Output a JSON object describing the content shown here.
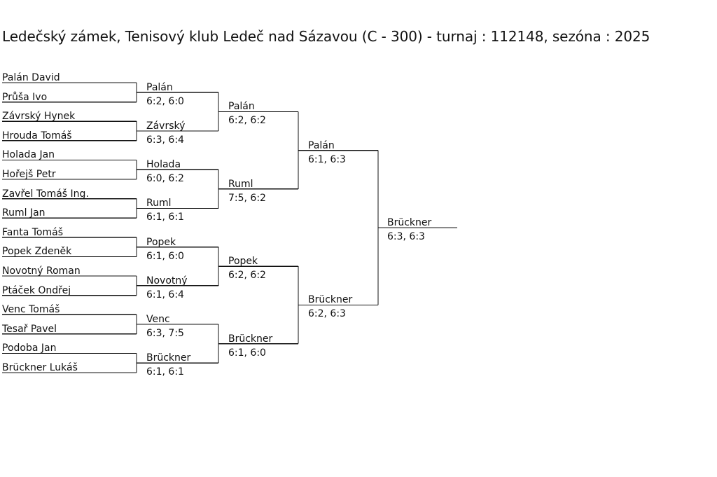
{
  "title": "Ledečský zámek, Tenisový klub Ledeč nad Sázavou (C - 300) - turnaj : 112148, sezóna : 2025",
  "players": [
    "Palán David",
    "Průša Ivo",
    "Závrský Hynek",
    "Hrouda Tomáš",
    "Holada Jan",
    "Hořejš Petr",
    "Zavřel Tomáš Ing.",
    "Ruml Jan",
    "Fanta Tomáš",
    "Popek Zdeněk",
    "Novotný Roman",
    "Ptáček Ondřej",
    "Venc Tomáš",
    "Tesař Pavel",
    "Podoba Jan",
    "Brückner Lukáš"
  ],
  "rounds": [
    [
      {
        "winner": "Palán",
        "score": "6:2, 6:0"
      },
      {
        "winner": "Závrský",
        "score": "6:3, 6:4"
      },
      {
        "winner": "Holada",
        "score": "6:0, 6:2"
      },
      {
        "winner": "Ruml",
        "score": "6:1, 6:1"
      },
      {
        "winner": "Popek",
        "score": "6:1, 6:0"
      },
      {
        "winner": "Novotný",
        "score": "6:1, 6:4"
      },
      {
        "winner": "Venc",
        "score": "6:3, 7:5"
      },
      {
        "winner": "Brückner",
        "score": "6:1, 6:1"
      }
    ],
    [
      {
        "winner": "Palán",
        "score": "6:2, 6:2"
      },
      {
        "winner": "Ruml",
        "score": "7:5, 6:2"
      },
      {
        "winner": "Popek",
        "score": "6:2, 6:2"
      },
      {
        "winner": "Brückner",
        "score": "6:1, 6:0"
      }
    ],
    [
      {
        "winner": "Palán",
        "score": "6:1, 6:3"
      },
      {
        "winner": "Brückner",
        "score": "6:2, 6:3"
      }
    ],
    [
      {
        "winner": "Brückner",
        "score": "6:3, 6:3"
      }
    ]
  ]
}
